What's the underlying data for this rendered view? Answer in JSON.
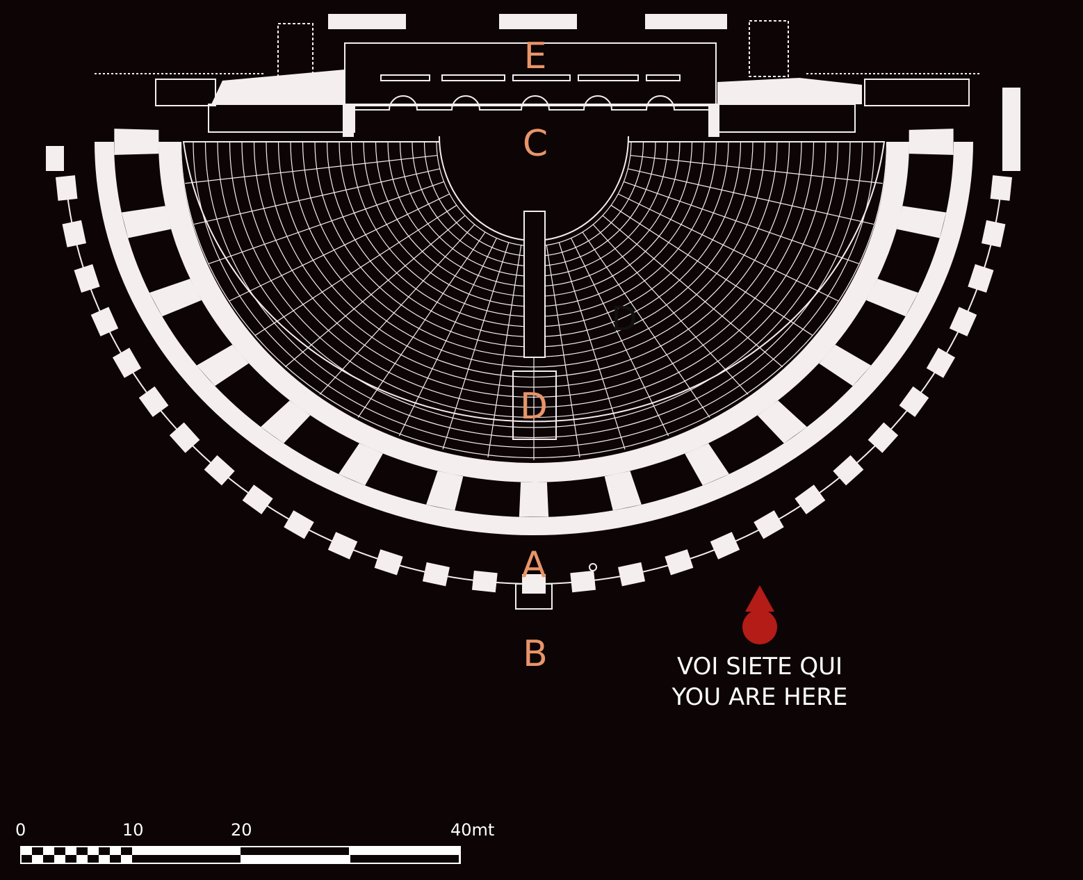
{
  "map": {
    "zones": {
      "A": "A",
      "B": "B",
      "C": "C",
      "D_lower": "D",
      "D_right": "D",
      "E": "E"
    },
    "you_are_here": {
      "line_it": "VOI SIETE QUI",
      "line_en": "YOU ARE HERE",
      "marker_icon": "location-pin-icon"
    },
    "scale_bar": {
      "labels": [
        "0",
        "10",
        "20",
        "40mt"
      ]
    },
    "colors": {
      "background": "#0d0406",
      "structure": "#f4efee",
      "zone_label": "#e8956a",
      "marker": "#b31c17"
    }
  }
}
